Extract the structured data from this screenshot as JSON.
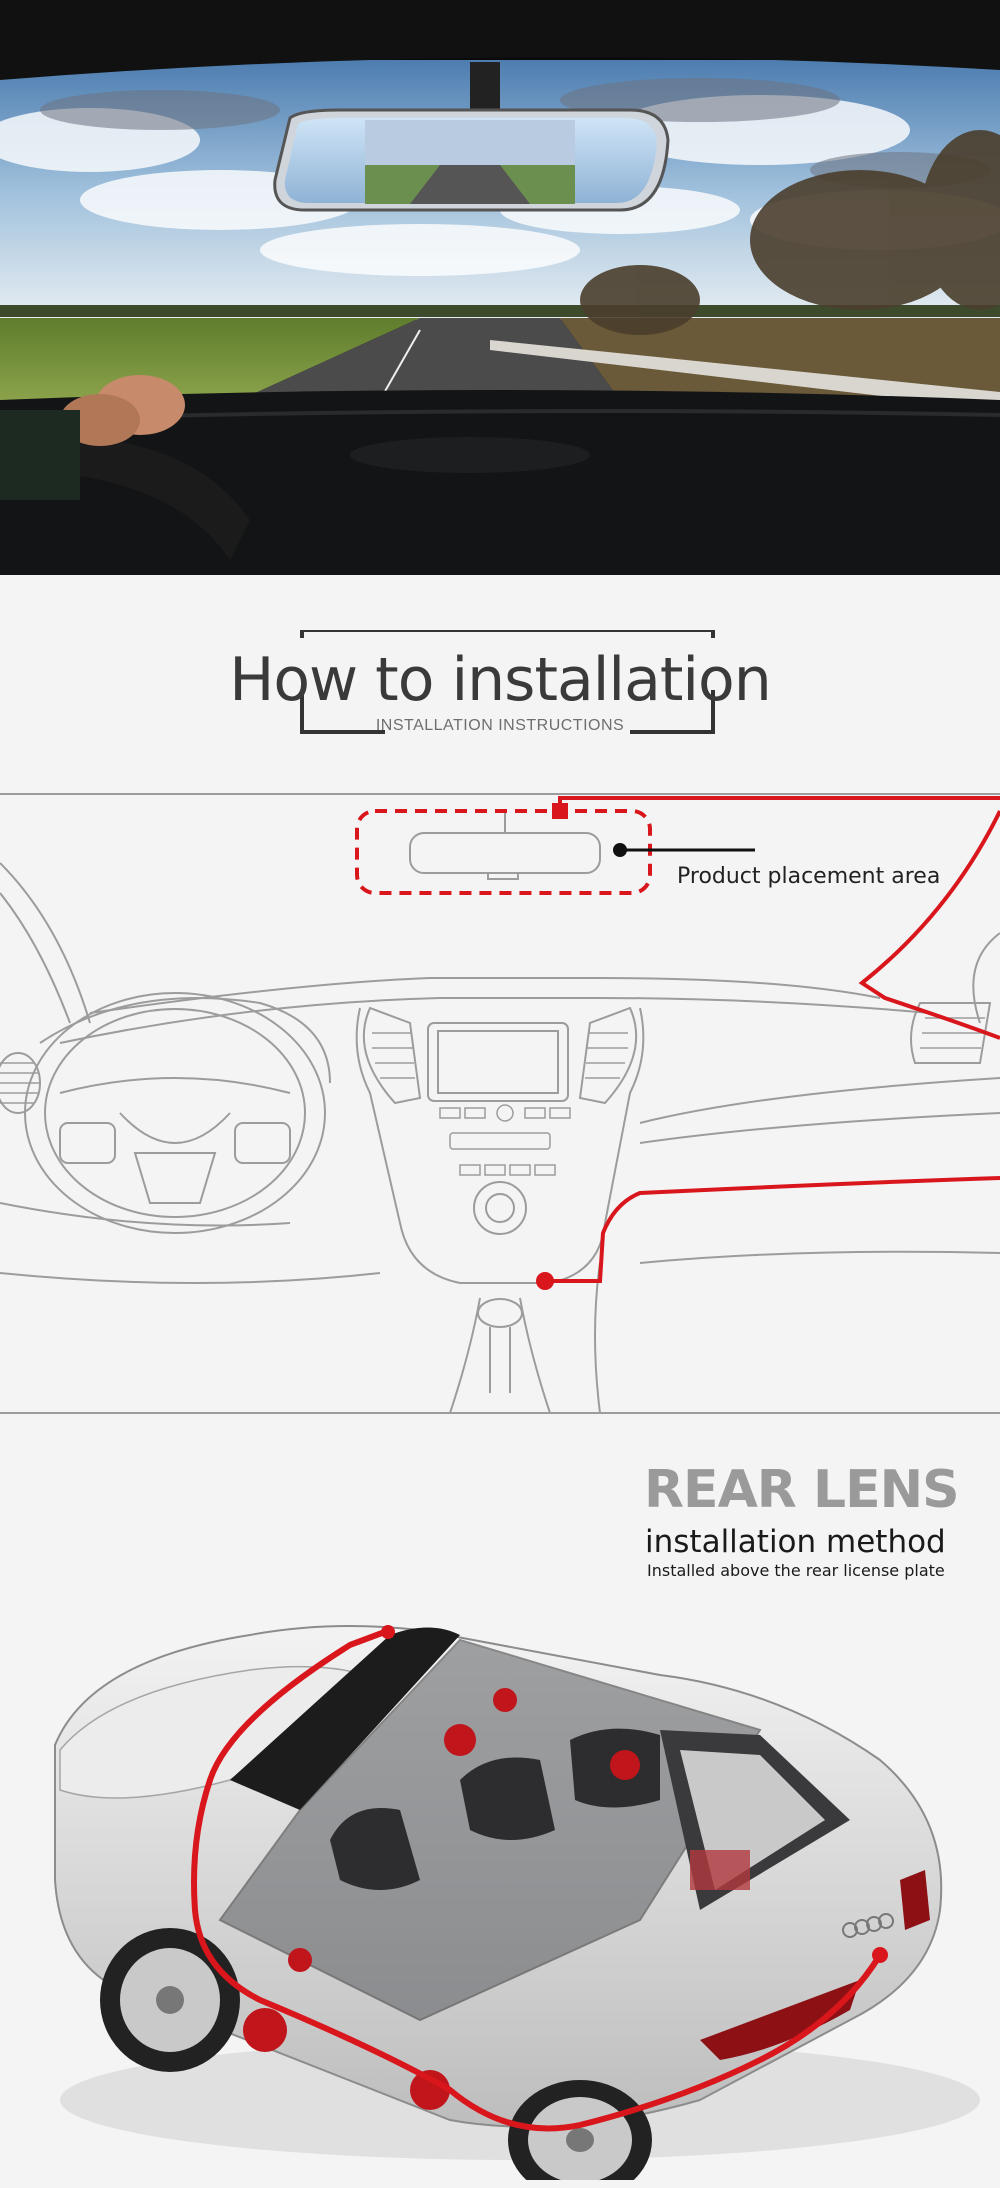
{
  "title": {
    "main": "How to installation",
    "sub": "INSTALLATION INSTRUCTIONS"
  },
  "diagram": {
    "callout": "Product placement area"
  },
  "rear": {
    "heading": "REAR LENS",
    "subheading": "installation method",
    "note": "Installed above the rear license plate"
  },
  "colors": {
    "accent": "#d9161c",
    "line": "#9c9c9c",
    "text": "#222222"
  }
}
